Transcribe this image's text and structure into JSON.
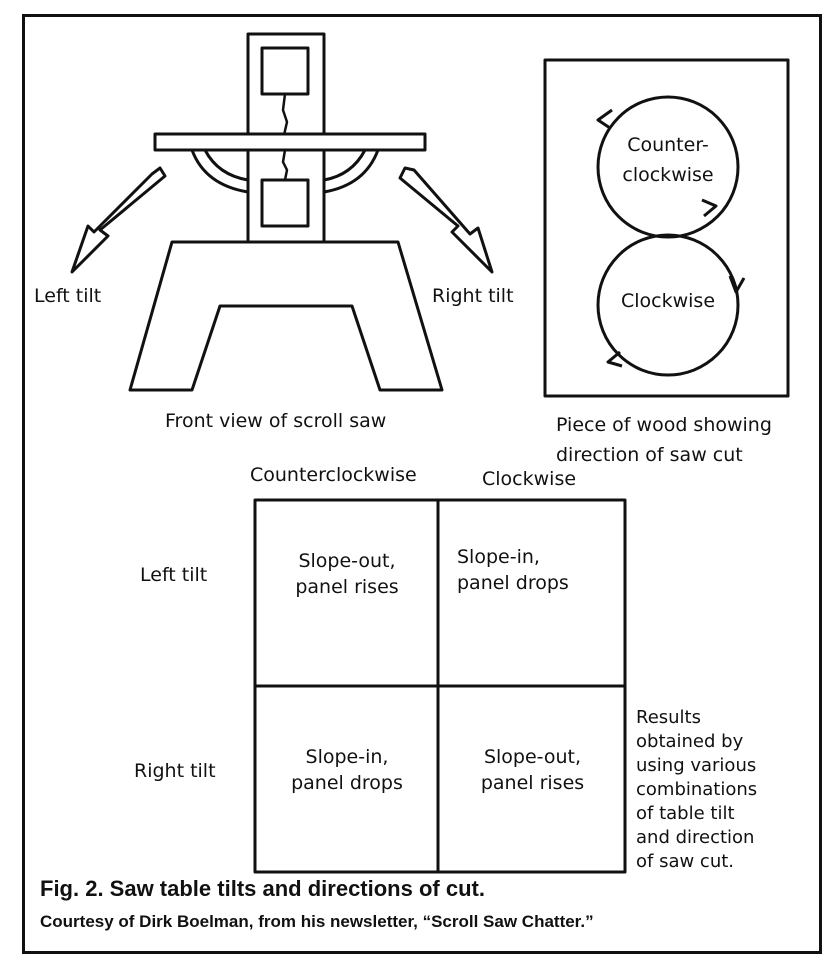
{
  "saw": {
    "left_tilt": "Left tilt",
    "right_tilt": "Right tilt",
    "caption": "Front view of scroll saw"
  },
  "wood": {
    "ccw_line1": "Counter-",
    "ccw_line2": "clockwise",
    "cw": "Clockwise",
    "caption_line1": "Piece of wood showing",
    "caption_line2": "direction of saw cut"
  },
  "grid": {
    "col_headers": [
      "Counterclockwise",
      "Clockwise"
    ],
    "row_headers": [
      "Left tilt",
      "Right tilt"
    ],
    "cells": [
      [
        {
          "line1": "Slope-out,",
          "line2": "panel rises"
        },
        {
          "line1": "Slope-in,",
          "line2": "panel drops"
        }
      ],
      [
        {
          "line1": "Slope-in,",
          "line2": "panel drops"
        },
        {
          "line1": "Slope-out,",
          "line2": "panel rises"
        }
      ]
    ]
  },
  "results_note": [
    "Results",
    "obtained by",
    "using various",
    "combinations",
    "of table tilt",
    "and direction",
    "of saw cut."
  ],
  "caption": {
    "title": "Fig. 2.  Saw table tilts and directions of cut.",
    "credit": "Courtesy of Dirk Boelman, from his newsletter, “Scroll Saw Chatter.”"
  }
}
